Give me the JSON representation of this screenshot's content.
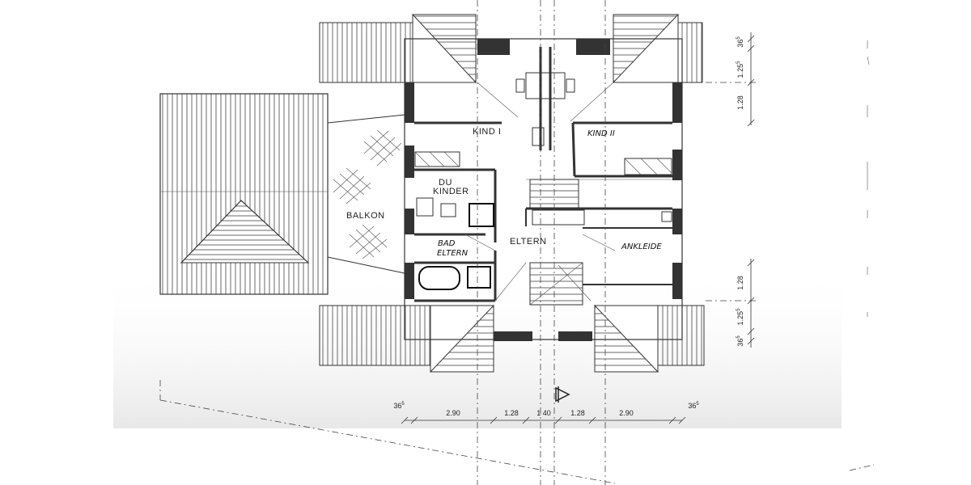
{
  "rooms": {
    "kind1": "KIND I",
    "kind2": "KIND II",
    "du_kinder_1": "DU",
    "du_kinder_2": "KINDER",
    "balkon": "BALKON",
    "eltern": "ELTERN",
    "bad_eltern_1": "BAD",
    "bad_eltern_2": "ELTERN",
    "ankleide": "ANKLEIDE"
  },
  "dimensions": {
    "bottom": [
      {
        "main": "36",
        "sup": "5"
      },
      {
        "main": "2.90",
        "sup": ""
      },
      {
        "main": "1.28",
        "sup": ""
      },
      {
        "main": "1 40",
        "sup": ""
      },
      {
        "main": "1.28",
        "sup": ""
      },
      {
        "main": "2.90",
        "sup": ""
      },
      {
        "main": "36",
        "sup": "5"
      }
    ],
    "right_top": [
      {
        "main": "36",
        "sup": "5"
      },
      {
        "main": "1.25",
        "sup": "5"
      },
      {
        "main": "1.28",
        "sup": ""
      }
    ],
    "right_bottom": [
      {
        "main": "1.28",
        "sup": ""
      },
      {
        "main": "1.25",
        "sup": "5"
      },
      {
        "main": "36",
        "sup": "5"
      }
    ]
  }
}
